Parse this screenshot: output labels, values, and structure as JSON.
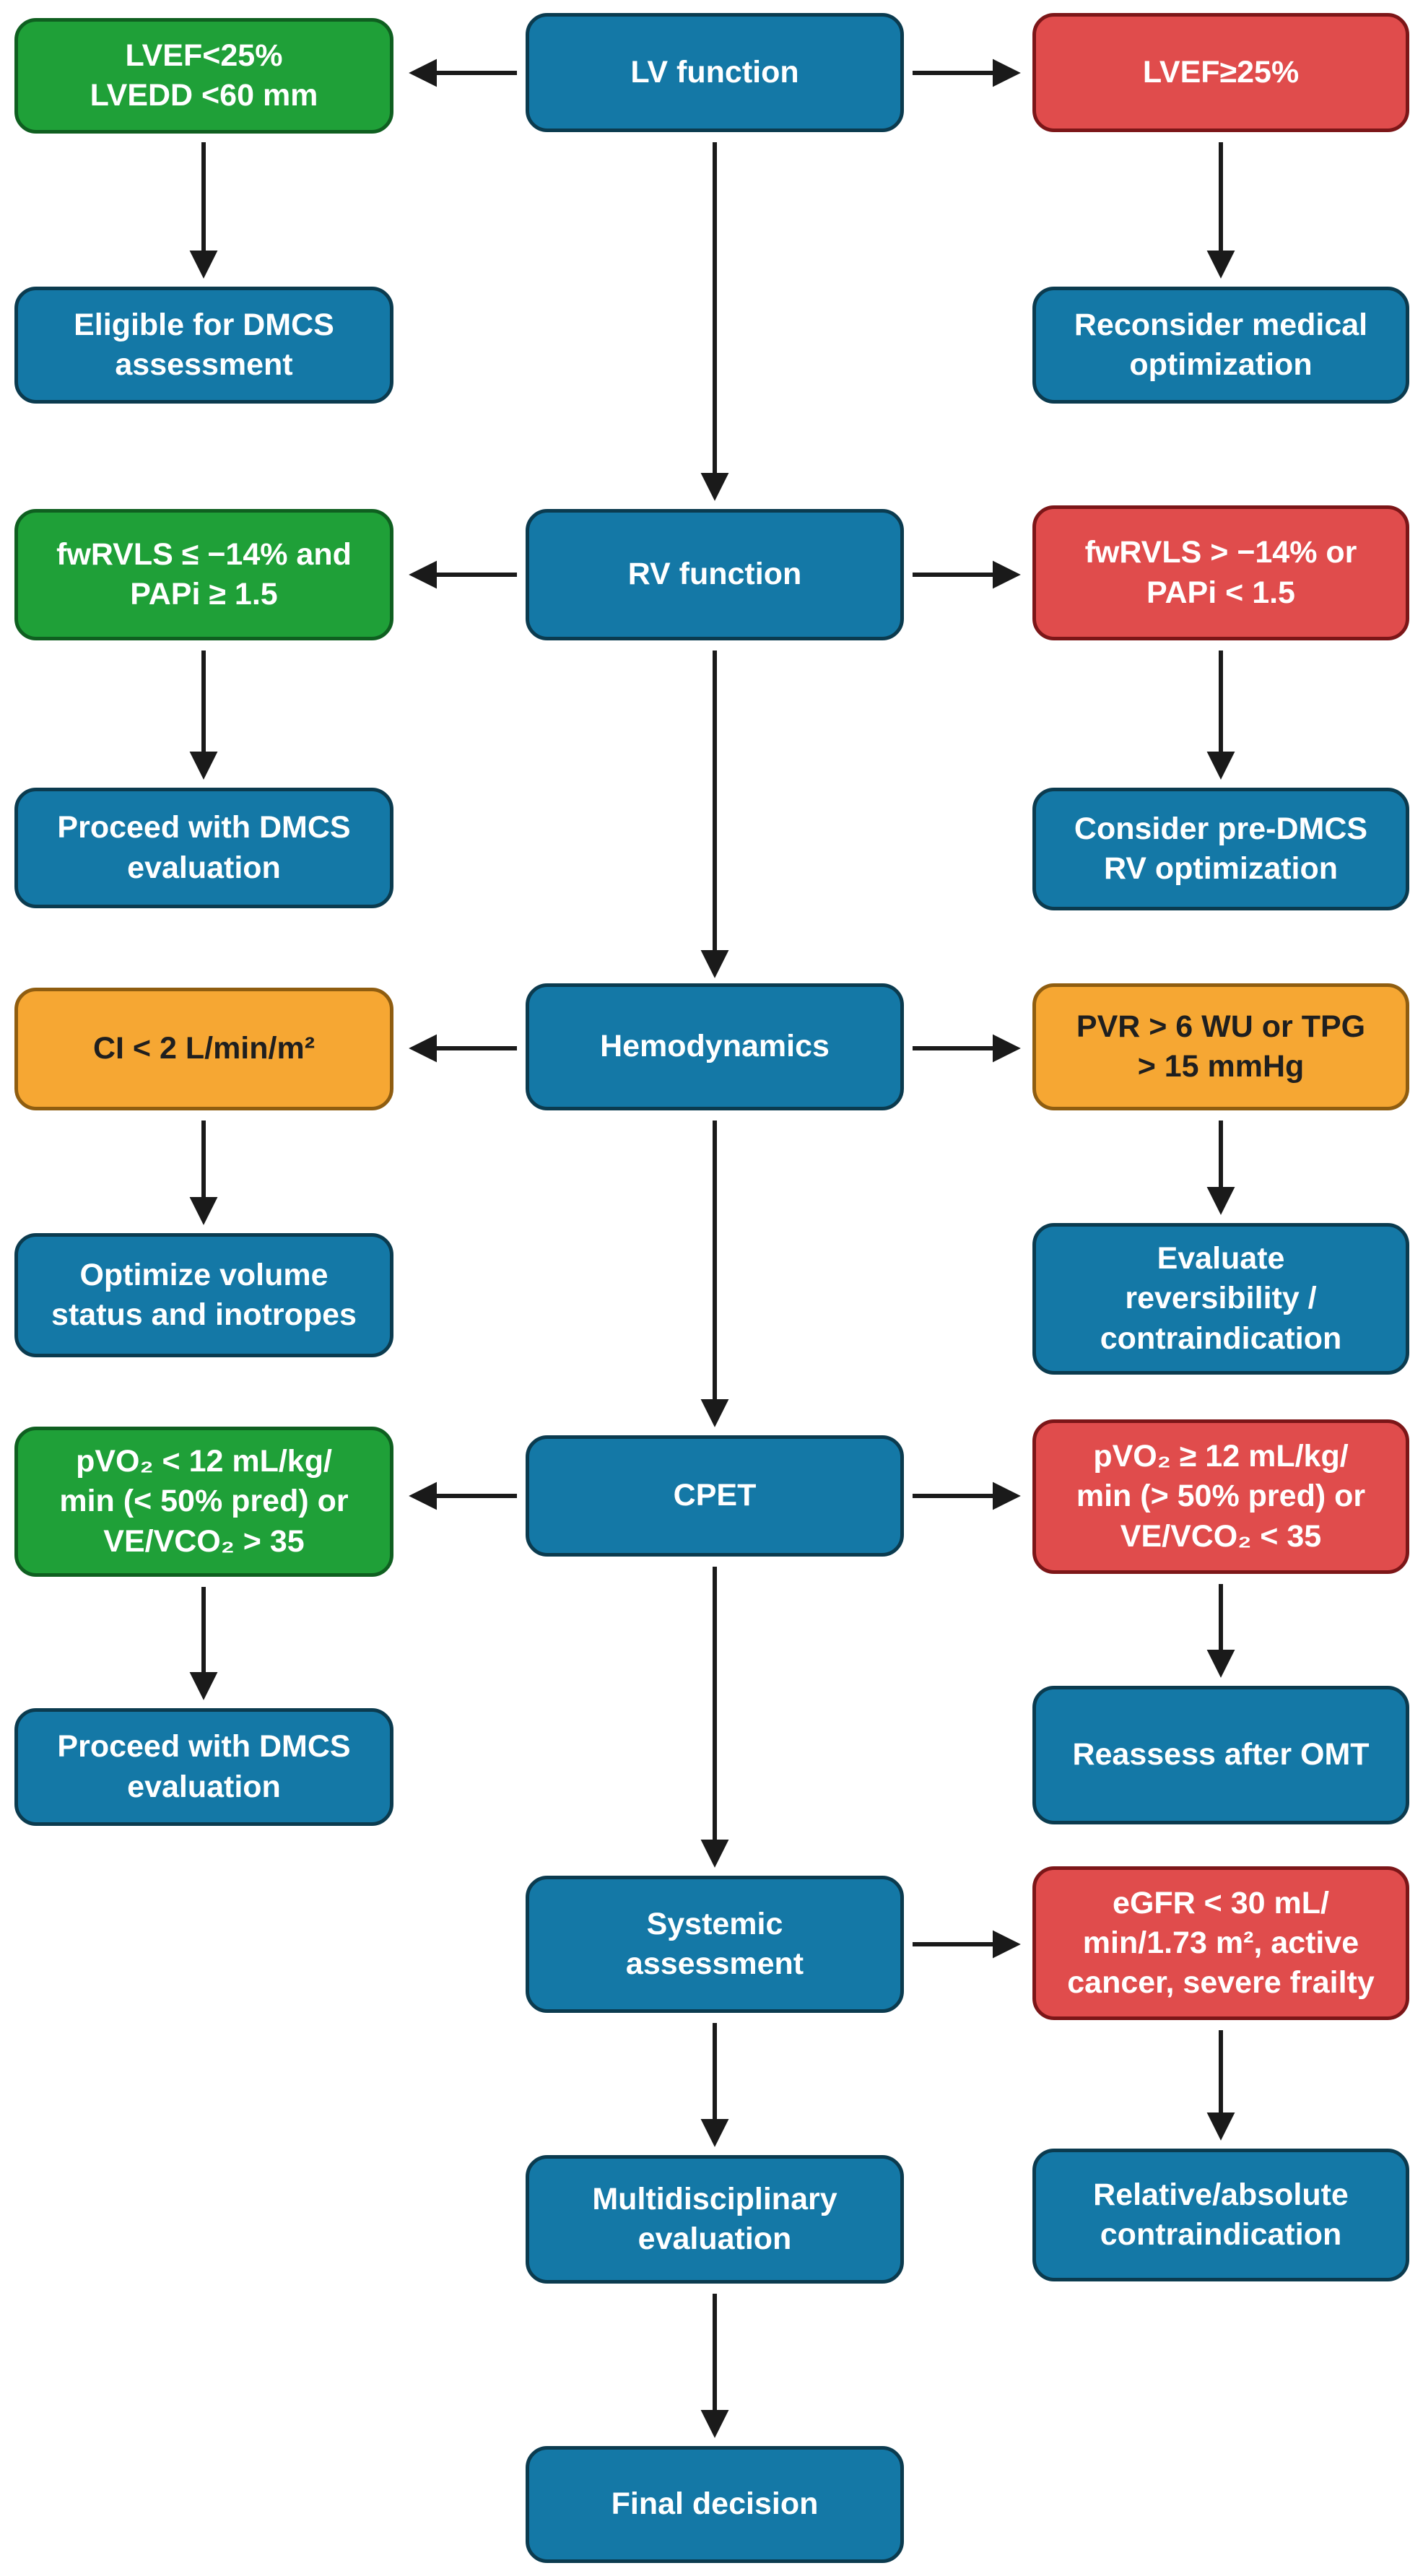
{
  "diagram": {
    "type": "flowchart",
    "palette": {
      "process_blue": "#1478A6",
      "pass_green": "#1FA038",
      "fail_red": "#E04C4C",
      "caution_orange": "#F6A733",
      "blue_border": "#0B3B4F",
      "green_border": "#0F5F20",
      "red_border": "#7C1618",
      "orange_border": "#8F5D10",
      "arrow_black": "#1A1A1A",
      "text_light": "#FFFFFF",
      "text_dark": "#1F1F1F"
    },
    "nodes": {
      "lvef_low": {
        "label": "LVEF<25%\nLVEDD <60 mm"
      },
      "lv_function": {
        "label": "LV function"
      },
      "lvef_high": {
        "label": "LVEF≥25%"
      },
      "eligible_dmcs": {
        "label": "Eligible for DMCS\nassessment"
      },
      "reconsider_medical": {
        "label": "Reconsider medical\noptimization"
      },
      "rv_ok": {
        "label": "fwRVLS ≤ −14% and\nPAPi ≥ 1.5"
      },
      "rv_function": {
        "label": "RV function"
      },
      "rv_bad": {
        "label": "fwRVLS > −14% or\nPAPi < 1.5"
      },
      "proceed_dmcs_1": {
        "label": "Proceed with DMCS\nevaluation"
      },
      "consider_rv_opt": {
        "label": "Consider pre-DMCS\nRV optimization"
      },
      "ci_low": {
        "label": "CI < 2 L/min/m²"
      },
      "hemodynamics": {
        "label": "Hemodynamics"
      },
      "pvr_high": {
        "label": "PVR > 6 WU or TPG\n> 15 mmHg"
      },
      "optimize_volume": {
        "label": "Optimize volume\nstatus and inotropes"
      },
      "evaluate_reversibility": {
        "label": "Evaluate\nreversibility /\ncontraindication"
      },
      "cpet_ok": {
        "label": "pVO₂ < 12 mL/kg/\nmin (< 50% pred) or\nVE/VCO₂ > 35"
      },
      "cpet": {
        "label": "CPET"
      },
      "cpet_bad": {
        "label": "pVO₂ ≥ 12 mL/kg/\nmin (> 50% pred) or\nVE/VCO₂ < 35"
      },
      "proceed_dmcs_2": {
        "label": "Proceed with DMCS\nevaluation"
      },
      "reassess_omt": {
        "label": "Reassess after OMT"
      },
      "systemic_assessment": {
        "label": "Systemic\nassessment"
      },
      "systemic_flags": {
        "label": "eGFR < 30 mL/\nmin/1.73 m², active\ncancer, severe frailty"
      },
      "multidisciplinary": {
        "label": "Multidisciplinary\nevaluation"
      },
      "relative_contra": {
        "label": "Relative/absolute\ncontraindication"
      },
      "final_decision": {
        "label": "Final decision"
      }
    }
  }
}
